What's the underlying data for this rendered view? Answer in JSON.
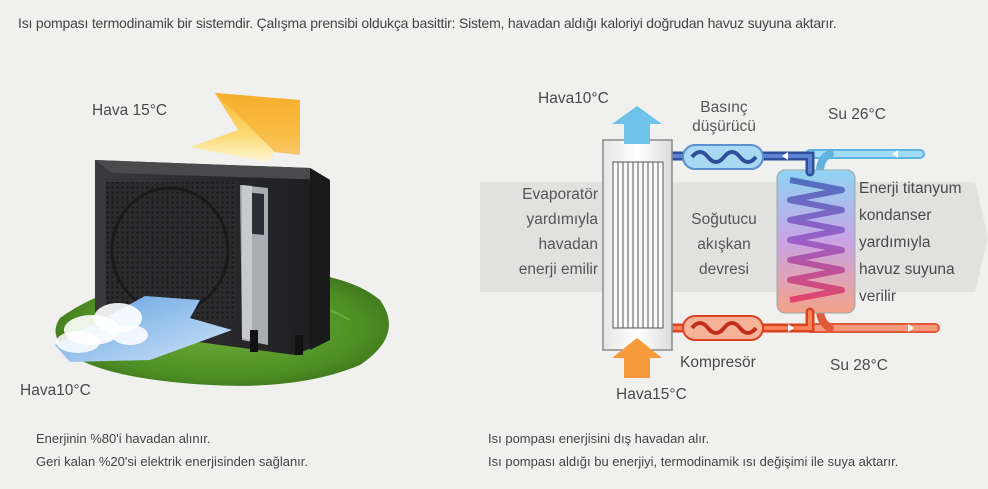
{
  "intro": "Isı pompası termodinamik bir sistemdir. Çalışma prensibi oldukça basittir:  Sistem, havadan aldığı kaloriyi doğrudan havuz suyuna aktarır.",
  "left_panel": {
    "air_in_label": "Hava 15°C",
    "air_out_label": "Hava10°C",
    "notes": [
      "Enerjinin %80'i havadan alınır.",
      "Geri kalan %20'si elektrik enerjisinden sağlanır."
    ]
  },
  "diagram": {
    "air_out_label": "Hava10°C",
    "air_in_label": "Hava15°C",
    "expansion_valve_lines": [
      "Basınç",
      "düşürücü"
    ],
    "compressor_label": "Kompresör",
    "water_out_label": "Su 26°C",
    "water_in_label": "Su 28°C",
    "evaporator_lines": [
      "Evaporatör",
      "yardımıyla",
      "havadan",
      "enerji emilir"
    ],
    "refrigerant_lines": [
      "Soğutucu",
      "akışkan",
      "devresi"
    ],
    "condenser_lines": [
      "Enerji titanyum",
      "kondanser",
      "yardımıyla",
      "havuz suyuna",
      "verilir"
    ],
    "notes": [
      "Isı pompası enerjisini dış havadan alır.",
      "Isı pompası aldığı bu enerjiyi, termodinamik ısı değişimi ile suya aktarır."
    ]
  },
  "colors": {
    "cold_pipe": "#3b5fae",
    "hot_pipe": "#e8552a",
    "cold_air_arrow": "#6fc3ea",
    "hot_air_arrow": "#f79a3c",
    "water_pipe": "#8ed3f2"
  }
}
